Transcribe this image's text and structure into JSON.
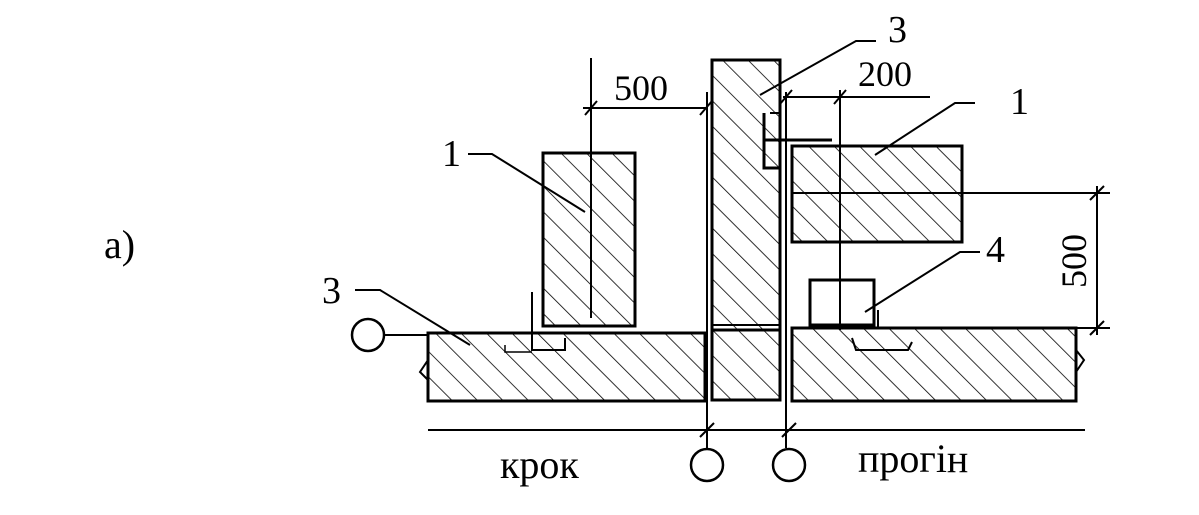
{
  "figure_label": "а)",
  "dimensions": {
    "left_gap": "500",
    "right_gap": "200",
    "height": "500"
  },
  "callouts": {
    "left_block": "1",
    "right_block": "1",
    "center_column": "3",
    "left_slab": "3",
    "small_block": "4"
  },
  "bottom_labels": {
    "left": "крок",
    "right": "прогін"
  }
}
